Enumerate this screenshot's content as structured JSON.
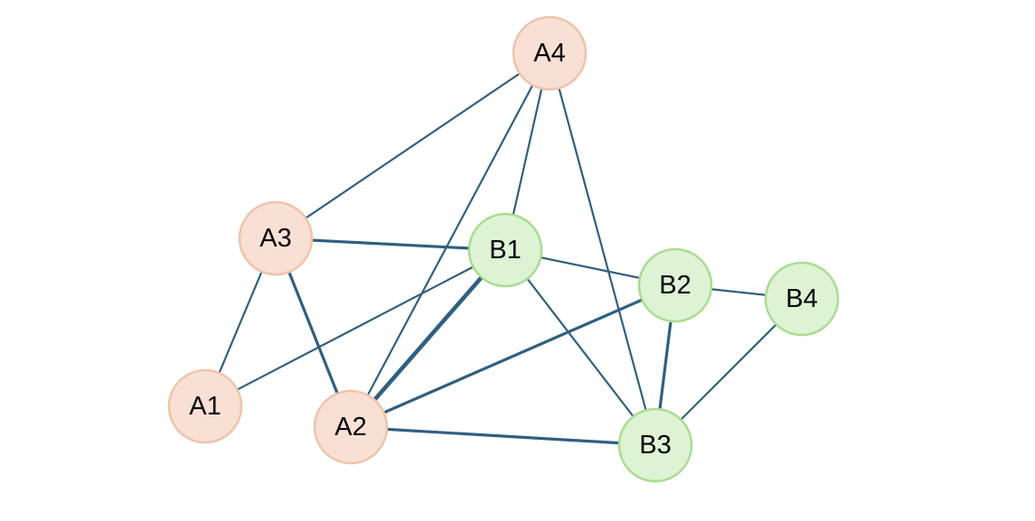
{
  "colors": {
    "edge": "#2f5f80",
    "group_a_fill": "#f9e0d4",
    "group_a_stroke": "#efc3ab",
    "group_b_fill": "#def3d4",
    "group_b_stroke": "#a9dc90"
  },
  "nodes": [
    {
      "id": "A4",
      "label": "A4",
      "group": "a"
    },
    {
      "id": "A3",
      "label": "A3",
      "group": "a"
    },
    {
      "id": "A1",
      "label": "A1",
      "group": "a"
    },
    {
      "id": "A2",
      "label": "A2",
      "group": "a"
    },
    {
      "id": "B1",
      "label": "B1",
      "group": "b"
    },
    {
      "id": "B2",
      "label": "B2",
      "group": "b"
    },
    {
      "id": "B4",
      "label": "B4",
      "group": "b"
    },
    {
      "id": "B3",
      "label": "B3",
      "group": "b"
    }
  ],
  "edges": [
    {
      "source": "A3",
      "target": "A4",
      "weight": 1
    },
    {
      "source": "A2",
      "target": "A4",
      "weight": 1
    },
    {
      "source": "B1",
      "target": "A4",
      "weight": 1
    },
    {
      "source": "B3",
      "target": "A4",
      "weight": 1
    },
    {
      "source": "A3",
      "target": "A1",
      "weight": 1
    },
    {
      "source": "A3",
      "target": "B1",
      "weight": 2
    },
    {
      "source": "A3",
      "target": "A2",
      "weight": 2
    },
    {
      "source": "A1",
      "target": "B1",
      "weight": 1
    },
    {
      "source": "A2",
      "target": "B1",
      "weight": 3
    },
    {
      "source": "A2",
      "target": "B2",
      "weight": 2
    },
    {
      "source": "A2",
      "target": "B3",
      "weight": 2
    },
    {
      "source": "B1",
      "target": "B2",
      "weight": 1
    },
    {
      "source": "B1",
      "target": "B3",
      "weight": 1
    },
    {
      "source": "B2",
      "target": "B4",
      "weight": 1
    },
    {
      "source": "B2",
      "target": "B3",
      "weight": 2
    },
    {
      "source": "B4",
      "target": "B3",
      "weight": 1
    }
  ]
}
